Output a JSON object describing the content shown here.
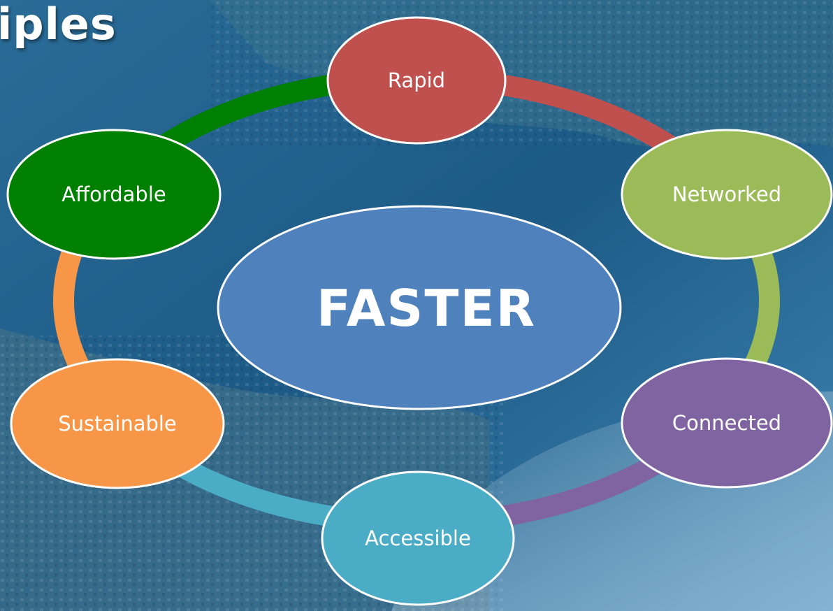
{
  "heading": "iples",
  "center": {
    "label": "FASTER",
    "color": "#4f81bd"
  },
  "nodes": [
    {
      "id": "rapid",
      "label": "Rapid",
      "color": "#c0504d"
    },
    {
      "id": "networked",
      "label": "Networked",
      "color": "#9bbb59"
    },
    {
      "id": "connected",
      "label": "Connected",
      "color": "#8064a2"
    },
    {
      "id": "accessible",
      "label": "Accessible",
      "color": "#4bacc6"
    },
    {
      "id": "sustainable",
      "label": "Sustainable",
      "color": "#f79646"
    },
    {
      "id": "affordable",
      "label": "Affordable",
      "color": "#008000"
    }
  ]
}
